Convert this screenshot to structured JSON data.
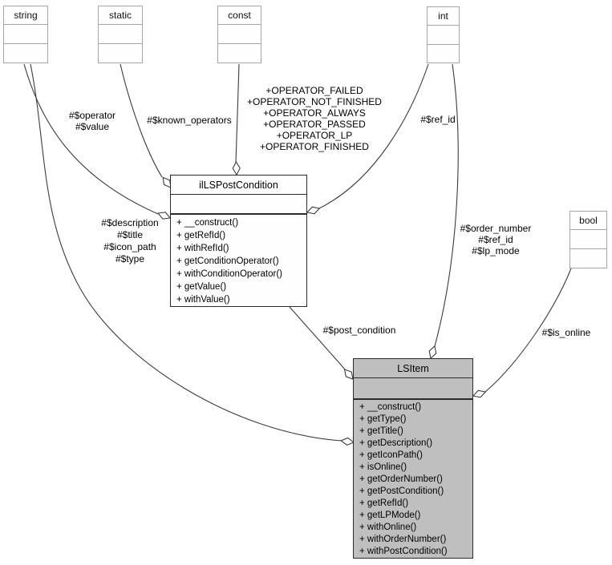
{
  "colors": {
    "background": "#ffffff",
    "edge": "#3c3c3c",
    "type_box_border": "#a6a6a6",
    "class_border": "#2b2b2b",
    "lsitem_fill": "#bfbfbf",
    "class_fill": "#fefefe"
  },
  "type_boxes": [
    {
      "name": "string"
    },
    {
      "name": "static"
    },
    {
      "name": "const"
    },
    {
      "name": "int"
    },
    {
      "name": "bool"
    }
  ],
  "classes": {
    "postcondition": {
      "name": "ilLSPostCondition",
      "methods": [
        "+ __construct()",
        "+ getRefId()",
        "+ withRefId()",
        "+ getConditionOperator()",
        "+ withConditionOperator()",
        "+ getValue()",
        "+ withValue()"
      ]
    },
    "lsitem": {
      "name": "LSItem",
      "methods": [
        "+ __construct()",
        "+ getType()",
        "+ getTitle()",
        "+ getDescription()",
        "+ getIconPath()",
        "+ isOnline()",
        "+ getOrderNumber()",
        "+ getPostCondition()",
        "+ getRefId()",
        "+ getLPMode()",
        "+ withOnline()",
        "+ withOrderNumber()",
        "+ withPostCondition()"
      ]
    }
  },
  "edge_labels": {
    "operator_value": [
      "#$operator",
      "#$value"
    ],
    "known_operators": "#$known_operators",
    "operator_constants": [
      "+OPERATOR_FAILED",
      "+OPERATOR_NOT_FINISHED",
      "+OPERATOR_ALWAYS",
      "+OPERATOR_PASSED",
      "+OPERATOR_LP",
      "+OPERATOR_FINISHED"
    ],
    "ref_id": "#$ref_id",
    "item_fields": [
      "#$description",
      "#$title",
      "#$icon_path",
      "#$type"
    ],
    "item_numbers": [
      "#$order_number",
      "#$ref_id",
      "#$lp_mode"
    ],
    "post_condition": "#$post_condition",
    "is_online": "#$is_online"
  }
}
